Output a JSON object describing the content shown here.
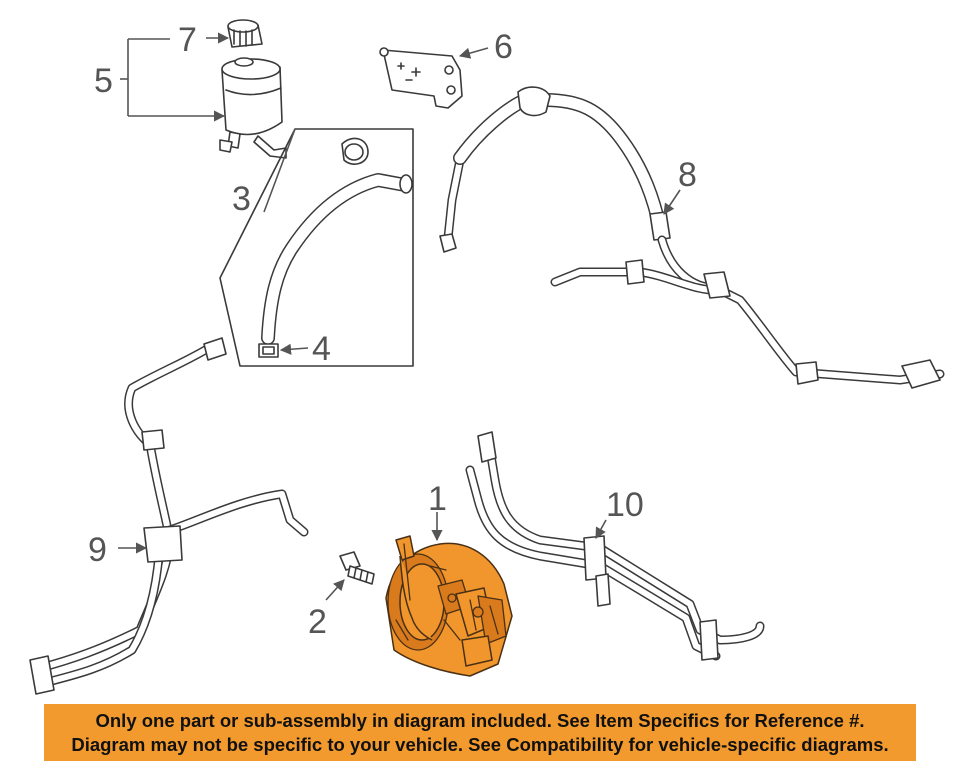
{
  "callouts": {
    "p1": "1",
    "p2": "2",
    "p3": "3",
    "p4": "4",
    "p5": "5",
    "p6": "6",
    "p7": "7",
    "p8": "8",
    "p9": "9",
    "p10": "10"
  },
  "highlight_color": "#f0962c",
  "disclaimer": {
    "line1": "Only one part or sub-assembly in diagram included. See Item Specifics for Reference #.",
    "line2": "Diagram may not be specific to your vehicle. See Compatibility for vehicle-specific diagrams.",
    "background": "#f29a2e"
  }
}
